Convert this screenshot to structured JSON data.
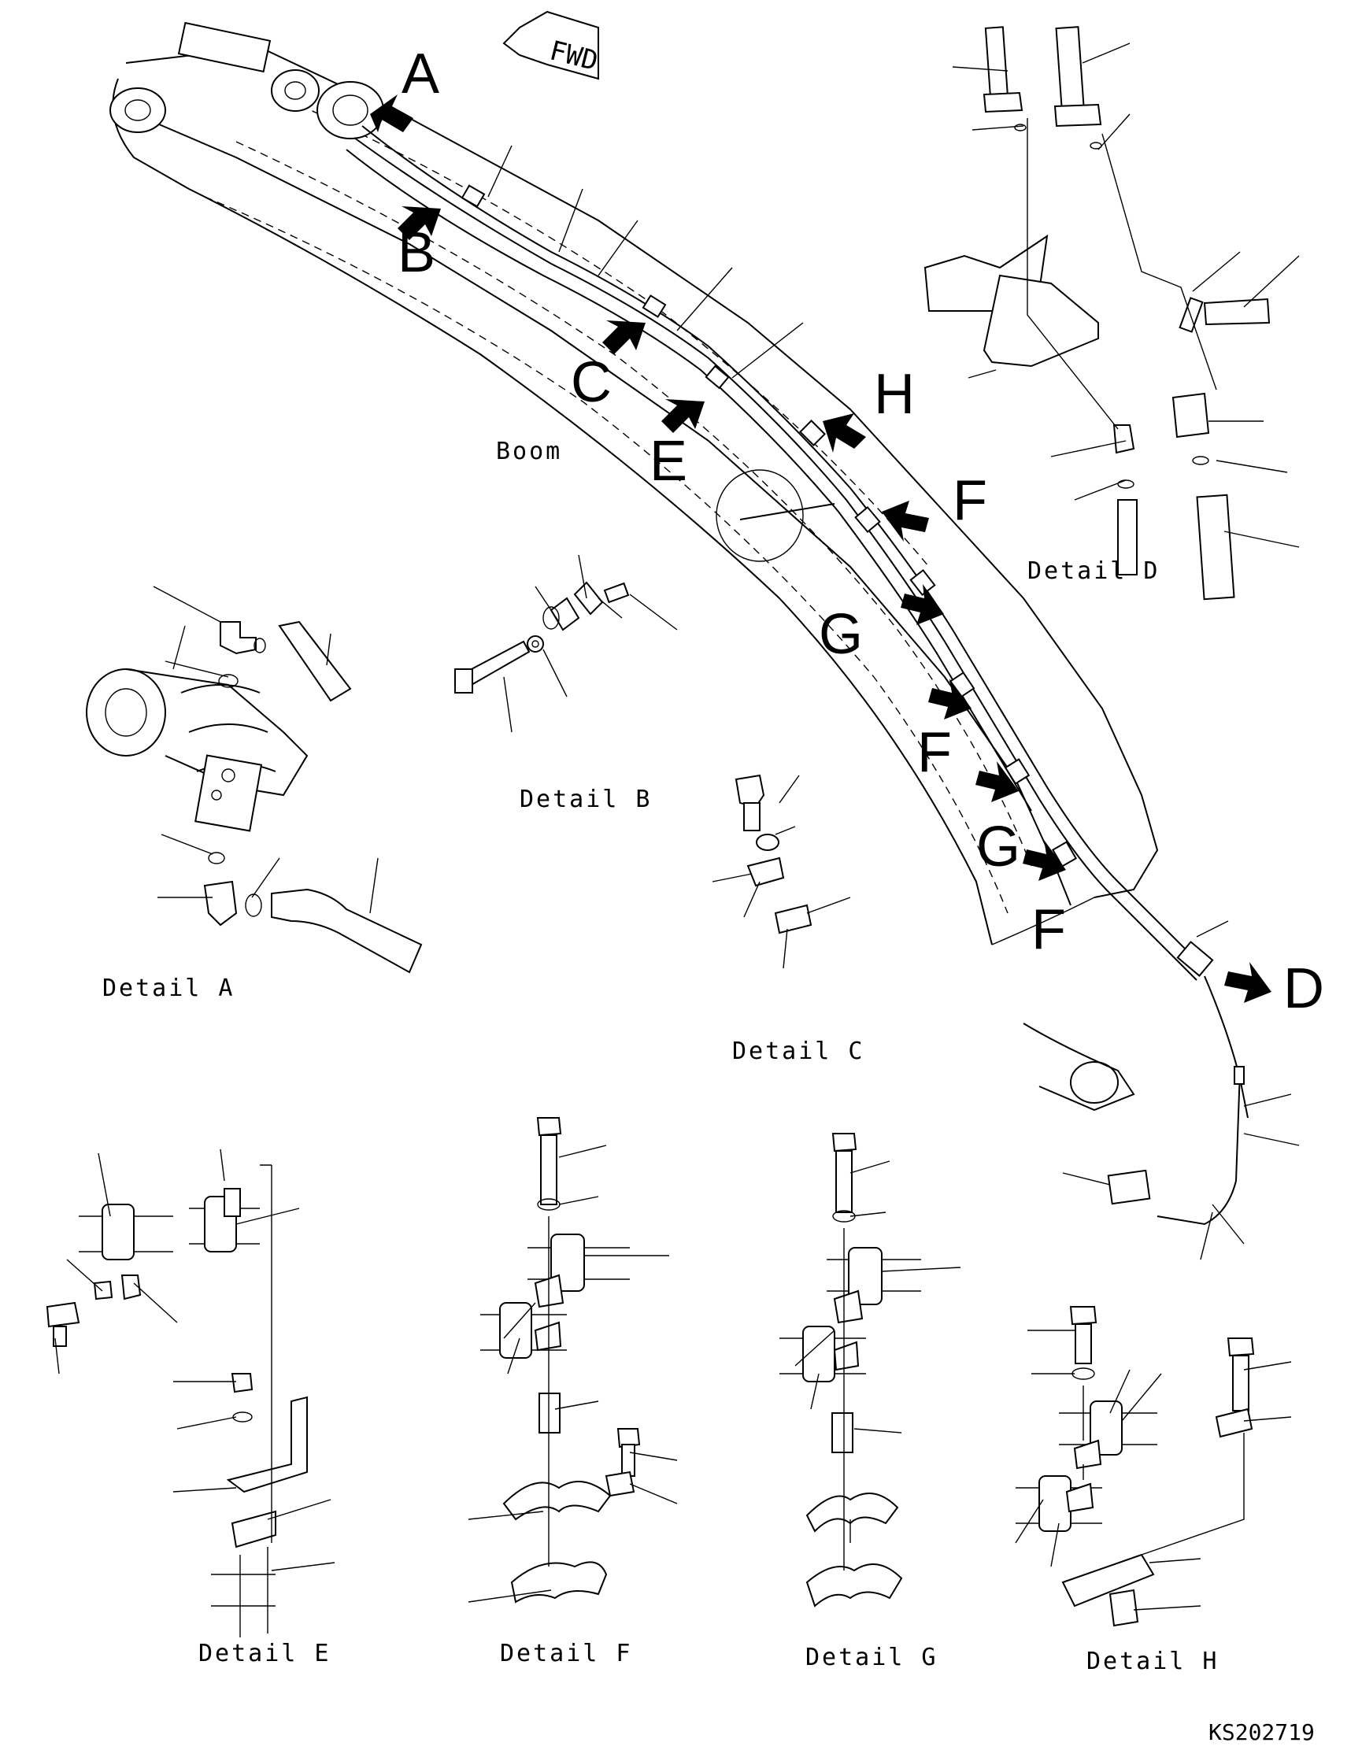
{
  "drawing_id": "KS202719",
  "orientation_tag": "FWD",
  "main_view_label": "Boom",
  "callouts": {
    "a": "A",
    "b": "B",
    "c": "C",
    "d": "D",
    "e": "E",
    "f1": "F",
    "f2": "F",
    "f3": "F",
    "g1": "G",
    "g2": "G",
    "h": "H"
  },
  "detail_captions": {
    "a": "Detail A",
    "b": "Detail B",
    "c": "Detail C",
    "d": "Detail D",
    "e": "Detail E",
    "f": "Detail F",
    "g": "Detail G",
    "h": "Detail H"
  }
}
